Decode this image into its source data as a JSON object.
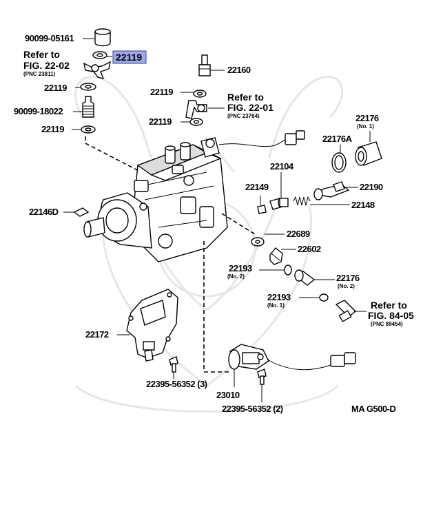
{
  "diagram_code": "MA G500-D",
  "labels": {
    "p90099_05161": "90099-05161",
    "refer_to_1": "Refer to",
    "fig_22_02": "FIG. 22-02",
    "pnc_23811": "(PNC 23811)",
    "p22119_highlight": "22119",
    "p22119_a": "22119",
    "p90099_18022": "90099-18022",
    "p22119_b": "22119",
    "p22160": "22160",
    "p22119_c": "22119",
    "refer_to_2": "Refer to",
    "fig_22_01": "FIG. 22-01",
    "pnc_23764": "(PNC 23764)",
    "p22119_d": "22119",
    "p22176_no1": "22176",
    "no1_a": "(No. 1)",
    "p22176A": "22176A",
    "p22104": "22104",
    "p22149": "22149",
    "p22190": "22190",
    "p22148": "22148",
    "p22146D": "22146D",
    "p22689": "22689",
    "p22602": "22602",
    "p22193_no2": "22193",
    "no2_a": "(No. 2)",
    "p22176_no2": "22176",
    "no2_b": "(No. 2)",
    "p22193_no1": "22193",
    "no1_b": "(No. 1)",
    "refer_to_3": "Refer to",
    "fig_84_05": "FIG. 84-05",
    "pnc_89454": "(PNC 89454)",
    "p22172": "22172",
    "p22395_3": "22395-56352 (3)",
    "p23010": "23010",
    "p22395_2": "22395-56352 (2)"
  },
  "colors": {
    "highlight_fill": "#9fa8e8",
    "highlight_stroke": "#4a56b8",
    "watermark": "#e6e6e6"
  }
}
